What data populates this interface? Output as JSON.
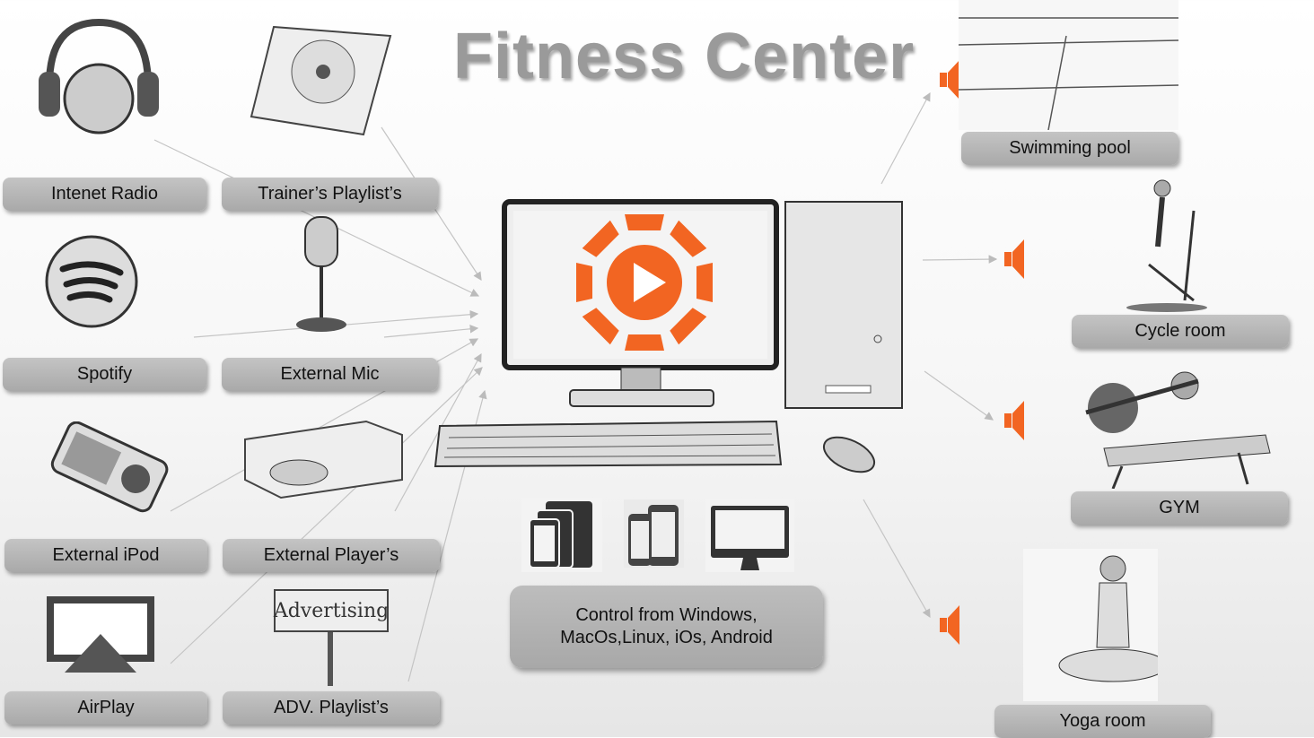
{
  "title": "Fitness Center",
  "sources": [
    {
      "id": "internet-radio",
      "label": "Intenet Radio",
      "icon": "headphones-icon"
    },
    {
      "id": "trainers-playlists",
      "label": "Trainer’s Playlist’s",
      "icon": "hard-drive-icon"
    },
    {
      "id": "spotify",
      "label": "Spotify",
      "icon": "spotify-icon"
    },
    {
      "id": "external-mic",
      "label": "External Mic",
      "icon": "microphone-icon"
    },
    {
      "id": "external-ipod",
      "label": "External iPod",
      "icon": "ipod-icon"
    },
    {
      "id": "external-players",
      "label": "External Player’s",
      "icon": "cd-player-icon"
    },
    {
      "id": "airplay",
      "label": "AirPlay",
      "icon": "airplay-icon"
    },
    {
      "id": "adv-playlists",
      "label": "ADV. Playlist’s",
      "icon": "advertising-sign-icon",
      "sign_text": "Advertising"
    }
  ],
  "zones": [
    {
      "id": "swimming-pool",
      "label": "Swimming pool"
    },
    {
      "id": "cycle-room",
      "label": "Cycle room"
    },
    {
      "id": "gym",
      "label": "GYM"
    },
    {
      "id": "yoga-room",
      "label": "Yoga room"
    }
  ],
  "control": {
    "line1": "Control from Windows,",
    "line2": "MacOs,Linux, iOs, Android"
  },
  "colors": {
    "accent": "#f26522",
    "label_bg": "#b5b5b5",
    "title": "#9a9a9a"
  }
}
